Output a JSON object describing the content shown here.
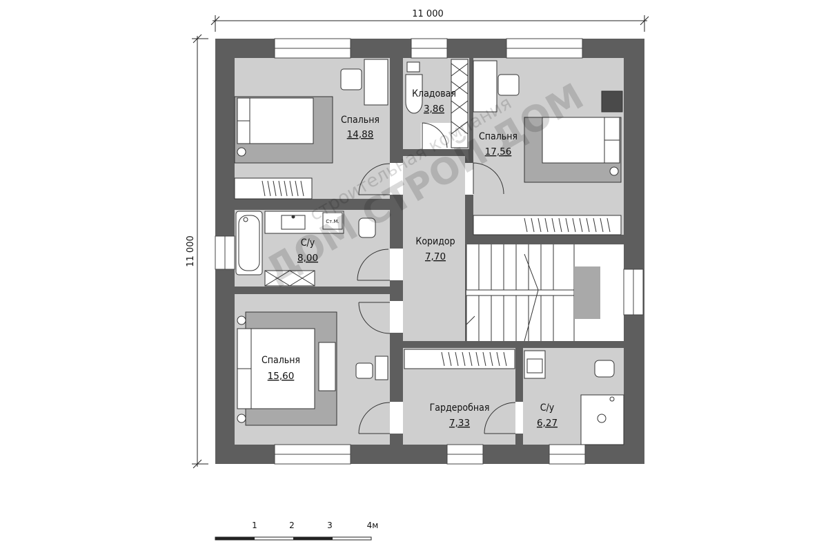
{
  "dimensions": {
    "width": "11 000",
    "height": "11 000"
  },
  "rooms": {
    "bedroom_nw": {
      "name": "Спальня",
      "area": "14,88"
    },
    "storage": {
      "name": "Кладовая",
      "area": "3,86"
    },
    "bedroom_ne": {
      "name": "Спальня",
      "area": "17,56"
    },
    "bathroom_w": {
      "name": "С/у",
      "area": "8,00"
    },
    "corridor": {
      "name": "Коридор",
      "area": "7,70"
    },
    "bedroom_sw": {
      "name": "Спальня",
      "area": "15,60"
    },
    "wardrobe": {
      "name": "Гардеробная",
      "area": "7,33"
    },
    "bathroom_e": {
      "name": "С/у",
      "area": "6,27"
    }
  },
  "fixtures": {
    "washer_label": "Ст.М."
  },
  "scale": {
    "ticks": [
      "1",
      "2",
      "3",
      "4м"
    ]
  },
  "watermark": {
    "line1": "строительная компания",
    "line2": "ДОМ СТРОЙ ДОМ"
  },
  "colors": {
    "wall": "#5e5e5e",
    "floor": "#cfcfcf",
    "furniture": "#ffffff",
    "rug": "#a9a9a9"
  }
}
